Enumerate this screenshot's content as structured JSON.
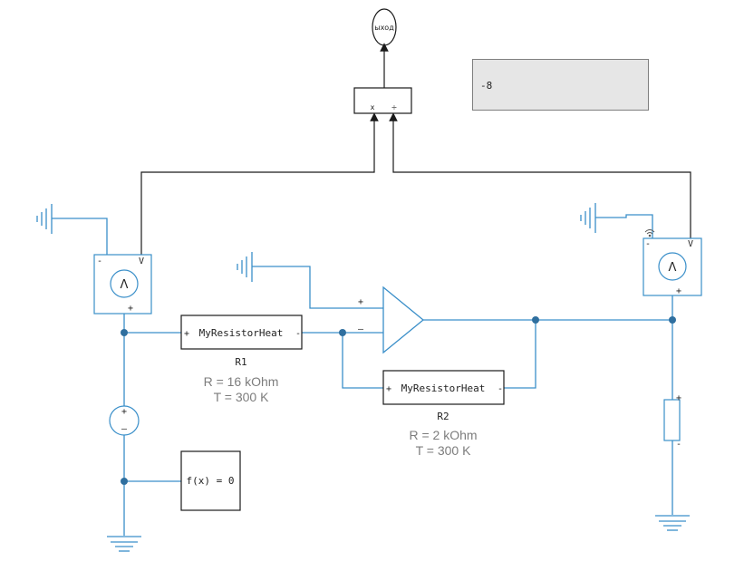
{
  "output": {
    "label": "ыход"
  },
  "divider": {
    "mul_label": "x",
    "div_label": "÷"
  },
  "display": {
    "value": "-8"
  },
  "voltmeter1": {
    "minus": "-",
    "plus": "+",
    "v": "V",
    "symbol": "Λ"
  },
  "voltmeter2": {
    "minus": "-",
    "plus": "+",
    "v": "V",
    "symbol": "Λ"
  },
  "r1": {
    "block_label": "MyResistorHeat",
    "plus": "+",
    "minus": "-",
    "name": "R1",
    "resistance": "R = 16 kOhm",
    "temperature": "T = 300 K"
  },
  "r2": {
    "block_label": "MyResistorHeat",
    "plus": "+",
    "minus": "-",
    "name": "R2",
    "resistance": "R = 2 kOhm",
    "temperature": "T = 300 K"
  },
  "opamp": {
    "plus": "+",
    "minus": "–"
  },
  "vsource": {
    "plus": "+",
    "minus": "–"
  },
  "resistor_load": {
    "plus": "+",
    "minus": "-"
  },
  "function_block": {
    "label": "f(x) = 0"
  },
  "colors": {
    "wire_blue": "#3a8fc9",
    "wire_black": "#1a1a1a",
    "node": "#2f6f9f"
  }
}
